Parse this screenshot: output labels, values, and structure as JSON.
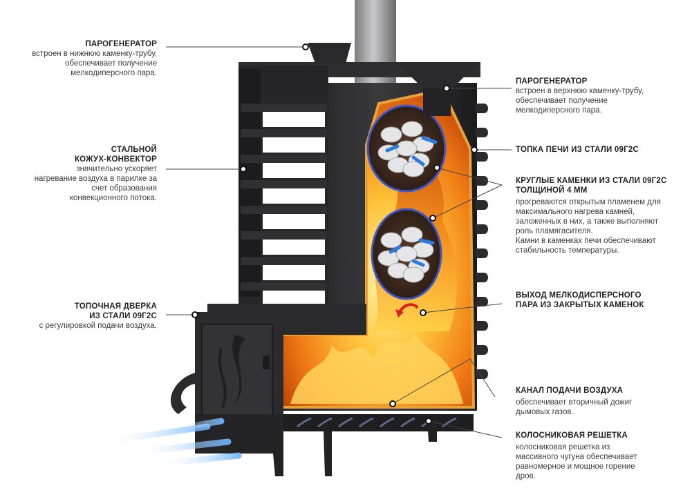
{
  "callouts": [
    {
      "id": "steam-generator-lower",
      "title": [
        "ПАРОГЕНЕРАТОР"
      ],
      "desc": [
        "встроен в нижнюю каменку-трубу,",
        "обеспечивает получение",
        "мелкодиперсного пара."
      ]
    },
    {
      "id": "steel-casing-convector",
      "title": [
        "СТАЛЬНОЙ",
        "КОЖУХ-КОНВЕКТОР"
      ],
      "desc": [
        "значительно ускоряет",
        "нагревание воздуха в парилке за",
        "счет образования",
        "конвекционного потока."
      ]
    },
    {
      "id": "firebox-door",
      "title": [
        "ТОПОЧНАЯ ДВЕРКА",
        "ИЗ СТАЛИ 09Г2С"
      ],
      "desc": [
        "с регулировкой подачи воздуха."
      ]
    },
    {
      "id": "steam-generator-upper",
      "title": [
        "ПАРОГЕНЕРАТОР"
      ],
      "desc": [
        "встроен в верхнюю каменку-трубу,",
        "обеспечивает получение",
        "мелкодиперсного пара."
      ]
    },
    {
      "id": "firebox-steel",
      "title": [
        "ТОПКА ПЕЧИ ИЗ СТАЛИ 09Г2С"
      ],
      "desc": []
    },
    {
      "id": "round-stone-chambers",
      "title": [
        "КРУГЛЫЕ КАМЕНКИ ИЗ СТАЛИ 09Г2С",
        "ТОЛЩИНОЙ 4 ММ"
      ],
      "desc": [
        "прогреваются открытым пламенем для",
        "максимального нагрева камней,",
        "заложенных в них, а также выполняют",
        "роль пламягасителя.",
        "Камни в каменках печи обеспечивают",
        "стабильность температуры."
      ]
    },
    {
      "id": "steam-outlet",
      "title": [
        "ВЫХОД МЕЛКОДИСПЕРСНОГО",
        "ПАРА ИЗ ЗАКРЫТЫХ КАМЕНОК"
      ],
      "desc": []
    },
    {
      "id": "air-channel",
      "title": [
        "КАНАЛ ПОДАЧИ ВОЗДУХА"
      ],
      "desc": [
        "обеспечивает вторичный дожиг",
        "дымовых газов."
      ]
    },
    {
      "id": "grate",
      "title": [
        "КОЛОСНИКОВАЯ РЕШЕТКА"
      ],
      "desc": [
        "колосниковая решетка из",
        "массивного чугуна обеспечивает",
        "равномерное и мощное горение",
        "дров."
      ]
    }
  ],
  "colors": {
    "steel": "#2b2b2d",
    "steel_light": "#4a4a4d",
    "flame_hot": "#ffd75a",
    "flame_mid": "#f59a1c",
    "flame_dark": "#c8470c",
    "ring": "#3f57c9",
    "arrow": "#2d7bdc",
    "air": "#8fc4ff",
    "pointer": "#444444"
  }
}
